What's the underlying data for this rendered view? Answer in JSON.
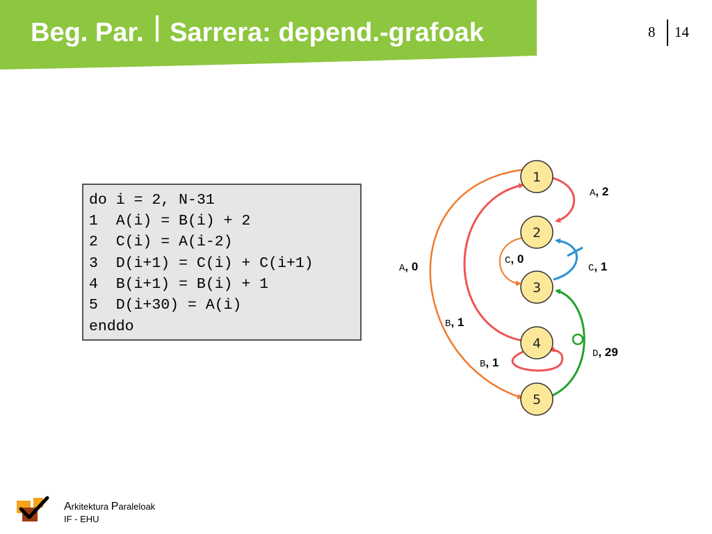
{
  "header": {
    "title_left": "Beg. Par.",
    "title_right": "Sarrera: depend.-grafoak",
    "page_current": "8",
    "page_total": "14",
    "banner_color": "#8dc63f"
  },
  "code": {
    "lines": [
      "do i = 2, N-31",
      "1  A(i) = B(i) + 2",
      "2  C(i) = A(i-2)",
      "3  D(i+1) = C(i) + C(i+1)",
      "4  B(i+1) = B(i) + 1",
      "5  D(i+30) = A(i)",
      "enddo"
    ]
  },
  "graph": {
    "nodes": [
      "1",
      "2",
      "3",
      "4",
      "5"
    ],
    "node_fill": "#fde89a",
    "edges": [
      {
        "from": "1",
        "to": "2",
        "var": "A",
        "distance": "2",
        "color": "#ee5555"
      },
      {
        "from": "3",
        "to": "2",
        "var": "C",
        "distance": "1",
        "color": "#2b93d0"
      },
      {
        "from": "2",
        "to": "3",
        "var": "C",
        "distance": "0",
        "color": "#f07a2a"
      },
      {
        "from": "1",
        "to": "5",
        "var": "A",
        "distance": "0",
        "color": "#f07a2a"
      },
      {
        "from": "4",
        "to": "1",
        "var": "B",
        "distance": "1",
        "color": "#ee5555"
      },
      {
        "from": "4",
        "to": "4",
        "var": "B",
        "distance": "1",
        "color": "#ee5555"
      },
      {
        "from": "5",
        "to": "3",
        "var": "D",
        "distance": "29",
        "color": "#22a22a"
      }
    ]
  },
  "footer": {
    "line1_cap1": "A",
    "line1_rest1": "rkitektura ",
    "line1_cap2": "P",
    "line1_rest2": "araleloak",
    "line2": "IF - EHU",
    "logo_icon": "checkmark-logo-icon"
  }
}
